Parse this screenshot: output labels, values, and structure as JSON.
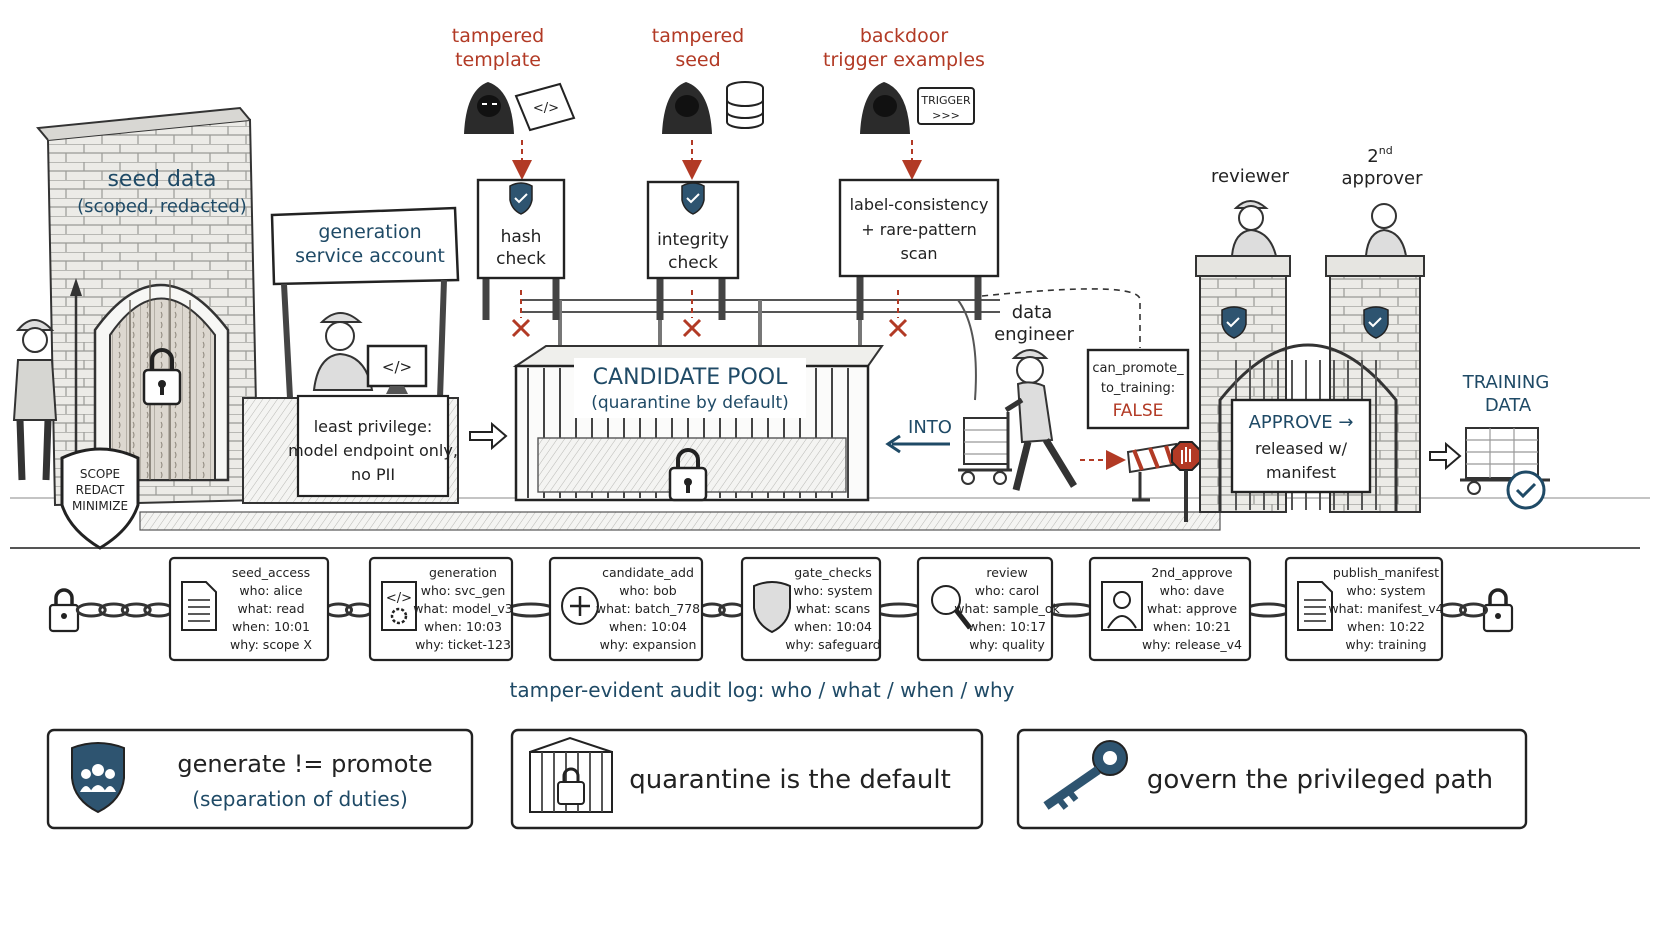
{
  "attacks": [
    {
      "label_l1": "tampered",
      "label_l2": "template",
      "icon": "template-code-icon"
    },
    {
      "label_l1": "tampered",
      "label_l2": "seed",
      "icon": "database-icon"
    },
    {
      "label_l1": "backdoor",
      "label_l2": "trigger examples",
      "icon": "trigger-terminal-icon",
      "badge": "TRIGGER",
      "badge_sub": ">>>"
    }
  ],
  "checks": [
    {
      "l1": "hash",
      "l2": "check",
      "l3": ""
    },
    {
      "l1": "integrity",
      "l2": "check",
      "l3": ""
    },
    {
      "l1": "label-consistency",
      "l2": "+ rare-pattern",
      "l3": "scan"
    }
  ],
  "seed": {
    "title": "seed data",
    "subtitle": "(scoped, redacted)"
  },
  "guard_shield": {
    "l1": "SCOPE",
    "l2": "REDACT",
    "l3": "MINIMIZE"
  },
  "generation": {
    "title_l1": "generation",
    "title_l2": "service account",
    "note_l1": "least privilege:",
    "note_l2": "model endpoint only,",
    "note_l3": "no PII"
  },
  "pool": {
    "title": "CANDIDATE POOL",
    "subtitle": "(quarantine by default)"
  },
  "into_label": "INTO",
  "engineer": {
    "l1": "data",
    "l2": "engineer"
  },
  "promote_flag": {
    "l1": "can_promote_",
    "l2": "to_training:",
    "value": "FALSE"
  },
  "reviewer": "reviewer",
  "approver": {
    "l1": "2",
    "sup": "nd",
    "l2": "approver"
  },
  "approve_gate": {
    "l1": "APPROVE →",
    "l2": "released w/",
    "l3": "manifest"
  },
  "training": {
    "l1": "TRAINING",
    "l2": "DATA"
  },
  "audit_log": [
    {
      "event": "seed_access",
      "who": "who:  alice",
      "what": "what:  read",
      "when": "when:  10:01",
      "why": "why:  scope X",
      "icon": "document-icon"
    },
    {
      "event": "generation",
      "who": "who:  svc_gen",
      "what": "what:  model_v3",
      "when": "when:  10:03",
      "why": "why:  ticket-123",
      "icon": "code-gear-icon"
    },
    {
      "event": "candidate_add",
      "who": "who:  bob",
      "what": "what:  batch_778",
      "when": "when:  10:04",
      "why": "why:  expansion",
      "icon": "plus-circle-icon"
    },
    {
      "event": "gate_checks",
      "who": "who:  system",
      "what": "what:  scans",
      "when": "when:  10:04",
      "why": "why:  safeguard",
      "icon": "shield-icon"
    },
    {
      "event": "review",
      "who": "who:  carol",
      "what": "what:  sample_ok",
      "when": "when:  10:17",
      "why": "why:  quality",
      "icon": "magnifier-icon"
    },
    {
      "event": "2nd_approve",
      "who": "who:  dave",
      "what": "what:  approve",
      "when": "when:  10:21",
      "why": "why:  release_v4",
      "icon": "person-icon"
    },
    {
      "event": "publish_manifest",
      "who": "who:  system",
      "what": "what:  manifest_v4",
      "when": "when:  10:22",
      "why": "why:  training",
      "icon": "manifest-icon"
    }
  ],
  "audit_caption": "tamper-evident  audit  log:  who  /  what  /  when  /  why",
  "principles": [
    {
      "l1": "generate  !=  promote",
      "l2": "(separation  of  duties)",
      "icon": "team-shield-icon"
    },
    {
      "l1": "quarantine  is  the  default",
      "l2": "",
      "icon": "locked-cage-icon"
    },
    {
      "l1": "govern  the  privileged  path",
      "l2": "",
      "icon": "key-icon"
    }
  ],
  "colors": {
    "ink": "#222222",
    "blue": "#1f4a66",
    "red": "#b23a25",
    "shield": "#2e5470"
  }
}
